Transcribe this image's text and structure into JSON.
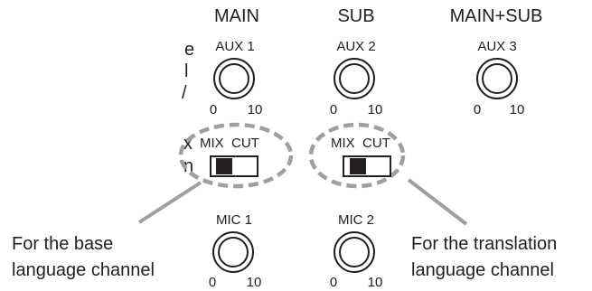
{
  "clipped_text": {
    "line1": "e",
    "line2": "l",
    "line3": "/",
    "line4": "x",
    "line5": "n"
  },
  "headers": {
    "main": "MAIN",
    "sub": "SUB",
    "main_sub": "MAIN+SUB"
  },
  "knobs": {
    "aux1": {
      "label": "AUX 1",
      "min": "0",
      "max": "10"
    },
    "aux2": {
      "label": "AUX 2",
      "min": "0",
      "max": "10"
    },
    "aux3": {
      "label": "AUX 3",
      "min": "0",
      "max": "10"
    },
    "mic1": {
      "label": "MIC 1",
      "min": "0",
      "max": "10"
    },
    "mic2": {
      "label": "MIC 2",
      "min": "0",
      "max": "10"
    }
  },
  "switches": {
    "left": {
      "on_label": "MIX",
      "off_label": "CUT",
      "position": "MIX"
    },
    "right": {
      "on_label": "MIX",
      "off_label": "CUT",
      "position": "MIX"
    }
  },
  "callouts": {
    "base": {
      "line1": "For the base",
      "line2": "language channel"
    },
    "translation": {
      "line1": "For the translation",
      "line2": "language channel"
    }
  },
  "colors": {
    "ink": "#231f20",
    "callout": "#9d9fa2"
  }
}
